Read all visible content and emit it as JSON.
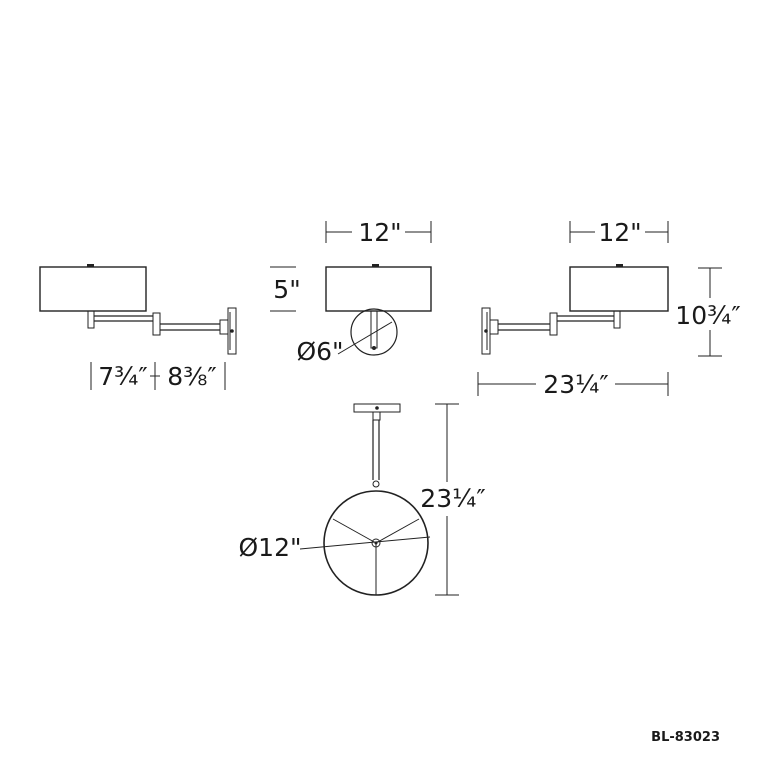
{
  "views": {
    "side_left": {
      "width_a": "7¾″",
      "width_b": "8⅜″"
    },
    "front": {
      "width": "12\"",
      "height": "5\"",
      "canopy_diameter": "Ø6\""
    },
    "side_right": {
      "width": "12\"",
      "height": "10¾″",
      "total_width": "23¼″"
    },
    "top": {
      "length": "23¼″",
      "shade_diameter": "Ø12\""
    }
  },
  "product_code": "BL-83023"
}
